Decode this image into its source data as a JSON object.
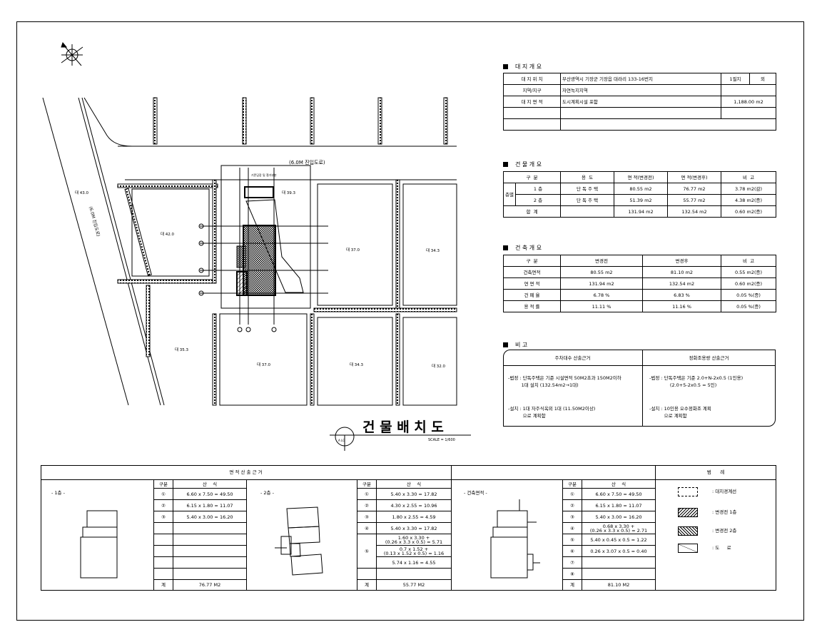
{
  "drawing": {
    "title": "건 물 배 치 도",
    "scale": "SCALE = 1/600",
    "symbol": "A  LG",
    "road_top": "(6.0M 진입도로)",
    "road_left": "(6.0M 진입도로)",
    "setback_note": "기존담장 및 철거부분",
    "lots": [
      "대 43.0",
      "대 42.0",
      "대 39.3",
      "대 37.0",
      "대 34.3",
      "대 35.3",
      "대 37.0",
      "대 34.3",
      "대 32.0"
    ]
  },
  "site": {
    "title": "대 지 개 요",
    "rows": [
      [
        "대 지 위 치",
        "부산광역시 기장군 기장읍 대라리 133-16번지",
        "1필지",
        "외"
      ],
      [
        "지역/지구",
        "자연녹지지역",
        "",
        ""
      ],
      [
        "대 지 면 적",
        "도시계획시설 포함",
        "1,188.00 m2",
        ""
      ],
      [
        "",
        "",
        "",
        ""
      ],
      [
        "",
        "",
        "",
        ""
      ]
    ]
  },
  "building": {
    "title": "건 물 개 요",
    "header": [
      "구  분",
      "용  도",
      "면 적(변경전)",
      "면 적(변경후)",
      "비  고"
    ],
    "floor_label": "층별",
    "rows": [
      [
        "1 층",
        "단 독 주 택",
        "80.55 m2",
        "76.77 m2",
        "3.78 m2(감)"
      ],
      [
        "2 층",
        "단 독 주 택",
        "51.39 m2",
        "55.77 m2",
        "4.38 m2(증)"
      ]
    ],
    "total": [
      "합  계",
      "",
      "131.94 m2",
      "132.54 m2",
      "0.60 m2(증)"
    ]
  },
  "arch": {
    "title": "건 축 개 요",
    "header": [
      "구  분",
      "변경전",
      "변경후",
      "비  고"
    ],
    "rows": [
      [
        "건축면적",
        "80.55 m2",
        "81.10 m2",
        "0.55 m2(증)"
      ],
      [
        "연 면 적",
        "131.94 m2",
        "132.54 m2",
        "0.60 m2(증)"
      ],
      [
        "건 폐 율",
        "6.78 %",
        "6.83 %",
        "0.05 %(증)"
      ],
      [
        "용 적 률",
        "11.11 %",
        "11.16 %",
        "0.05 %(증)"
      ]
    ]
  },
  "remarks": {
    "title": "비      고",
    "left_head": "주차대수 산출근거",
    "right_head": "정화조용량 산출근거",
    "left_1": "-법정 : 단독주택은 기준 시설면적 50M2초과 150M2이하\n         1대 설치 (132.54m2→1대)",
    "left_2": "-설치 : 1대 자주식옥외 1대 (11.50M2이상)\n          으로 계획함",
    "right_1": "-법정 : 단독주택은 기준 2.0+N-2x0.5 (1인용)\n              (2.0+5-2x0.5 = 5인)",
    "right_2": "-설치 : 10인용 오수정화조 계획\n          으로 계획함"
  },
  "calc": {
    "title": "면 적 산 출 근 거",
    "col_no": "구분",
    "col_formula": "산    식",
    "total_label": "계",
    "f1": {
      "label": "- 1층 -",
      "rows": [
        [
          "①",
          "6.60 x 7.50 = 49.50"
        ],
        [
          "②",
          "6.15 x 1.80 = 11.07"
        ],
        [
          "③",
          "5.40 x 3.00 = 16.20"
        ],
        [
          "",
          ""
        ],
        [
          "",
          ""
        ],
        [
          "",
          ""
        ],
        [
          "",
          ""
        ],
        [
          "",
          ""
        ]
      ],
      "total": "76.77 M2"
    },
    "f2": {
      "label": "- 2층 -",
      "rows": [
        [
          "①",
          "5.40 x 3.30 = 17.82"
        ],
        [
          "②",
          "4.30 x 2.55 = 10.96"
        ],
        [
          "③",
          "1.80 x 2.55 = 4.59"
        ],
        [
          "④",
          "5.40 x 3.30 = 17.82"
        ],
        [
          "⑤",
          "1.60 x 3.30 +\n(0.26 x 3.3 x 0.5) = 5.71"
        ],
        [
          "",
          "0.7 x 1.52 +\n(0.13 x 1.52 x 0.5) = 1.16"
        ],
        [
          "",
          "5.74 x 1.16 = 4.55"
        ],
        [
          "",
          ""
        ]
      ],
      "total": "55.77 M2"
    },
    "fa": {
      "label": "- 건축면적 -",
      "rows": [
        [
          "①",
          "6.60 x 7.50 = 49.50"
        ],
        [
          "②",
          "6.15 x 1.80 = 11.07"
        ],
        [
          "③",
          "5.40 x 3.00 = 16.20"
        ],
        [
          "④",
          "0.68 x 3.30 +\n(0.26 x 3.3 x 0.5) = 2.71"
        ],
        [
          "⑤",
          "5.40 x 0.45 x 0.5 = 1.22"
        ],
        [
          "⑥",
          "0.26 x 3.07 x 0.5 = 0.40"
        ],
        [
          "⑦",
          ""
        ],
        [
          "⑧",
          ""
        ]
      ],
      "total": "81.10 M2"
    }
  },
  "legend": {
    "title": "범      례",
    "items": [
      ": 대지경계선",
      ": 변경전 1층",
      ": 변경전 2층",
      ": 도     로"
    ]
  },
  "colors": {
    "line": "#000000",
    "bg": "#ffffff"
  }
}
